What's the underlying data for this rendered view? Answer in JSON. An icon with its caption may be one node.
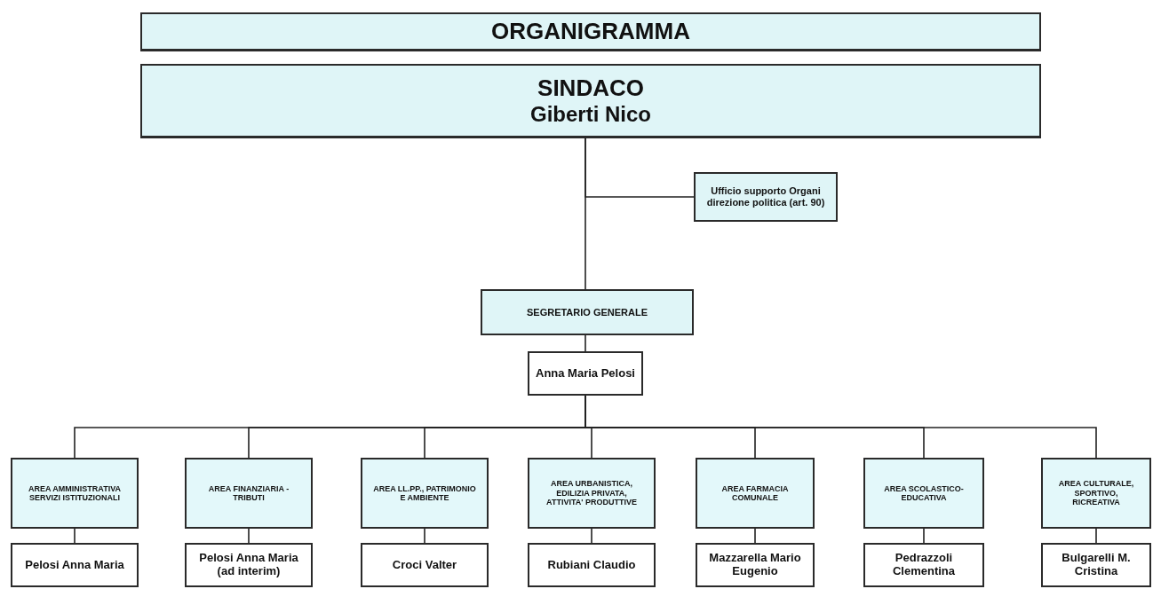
{
  "diagram": {
    "nodes": [
      {
        "text": [
          "ORGANIGRAMMA"
        ]
      },
      {
        "text": [
          "SINDACO",
          "Giberti Nico"
        ]
      },
      {
        "text": [
          "Ufficio supporto Organi direzione politica (art. 90)"
        ]
      },
      {
        "text": [
          "SEGRETARIO GENERALE"
        ]
      },
      {
        "text": [
          "Anna Maria Pelosi"
        ]
      },
      {
        "text": [
          "AREA AMMINISTRATIVA SERVIZI ISTITUZIONALI"
        ]
      },
      {
        "text": [
          "AREA FINANZIARIA - TRIBUTI"
        ]
      },
      {
        "text": [
          "AREA LL.PP., PATRIMONIO E AMBIENTE"
        ]
      },
      {
        "text": [
          "AREA URBANISTICA, EDILIZIA PRIVATA, ATTIVITA' PRODUTTIVE"
        ]
      },
      {
        "text": [
          "AREA FARMACIA COMUNALE"
        ]
      },
      {
        "text": [
          "AREA SCOLASTICO-EDUCATIVA"
        ]
      },
      {
        "text": [
          "AREA CULTURALE, SPORTIVO, RICREATIVA"
        ]
      },
      {
        "text": [
          "Pelosi Anna Maria"
        ]
      },
      {
        "text": [
          "Pelosi Anna Maria (ad interim)"
        ]
      },
      {
        "text": [
          "Croci Valter"
        ]
      },
      {
        "text": [
          "Rubiani Claudio"
        ]
      },
      {
        "text": [
          "Mazzarella Mario Eugenio"
        ]
      },
      {
        "text": [
          "Pedrazzoli Clementina"
        ]
      },
      {
        "text": [
          "Bulgarelli M. Cristina"
        ]
      }
    ],
    "edges": [
      {
        "from": 1,
        "to": 2,
        "arrow": "none"
      },
      {
        "from": 1,
        "to": 3,
        "arrow": "none"
      },
      {
        "from": 3,
        "to": 4,
        "arrow": "none"
      },
      {
        "from": 4,
        "to": 5,
        "arrow": "none"
      },
      {
        "from": 4,
        "to": 6,
        "arrow": "none"
      },
      {
        "from": 4,
        "to": 7,
        "arrow": "none"
      },
      {
        "from": 4,
        "to": 8,
        "arrow": "none"
      },
      {
        "from": 4,
        "to": 9,
        "arrow": "none"
      },
      {
        "from": 4,
        "to": 10,
        "arrow": "none"
      },
      {
        "from": 4,
        "to": 11,
        "arrow": "none"
      },
      {
        "from": 5,
        "to": 12,
        "arrow": "none"
      },
      {
        "from": 6,
        "to": 13,
        "arrow": "none"
      },
      {
        "from": 7,
        "to": 14,
        "arrow": "none"
      },
      {
        "from": 8,
        "to": 15,
        "arrow": "none"
      },
      {
        "from": 9,
        "to": 16,
        "arrow": "none"
      },
      {
        "from": 10,
        "to": 17,
        "arrow": "none"
      },
      {
        "from": 11,
        "to": 18,
        "arrow": "none"
      }
    ]
  }
}
